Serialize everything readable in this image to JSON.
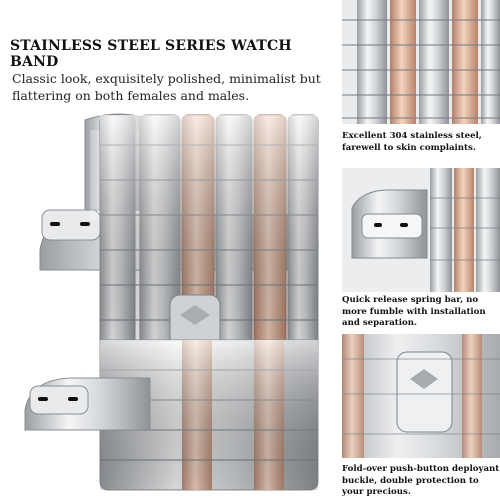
{
  "headline": "STAINLESS STEEL SERIES WATCH BAND",
  "subtitle": "Classic look, exquisitely polished, minimalist but flattering on both females and males.",
  "captions": [
    "Excellent 304 stainless steel, farewell to skin complaints.",
    "Quick release spring bar, no more fumble with installation and separation.",
    "Fold-over push-button deployant buckle, double protection to your precious."
  ],
  "colors": {
    "silver_light": "#eef0f2",
    "silver_mid": "#c9ccd0",
    "silver_dark": "#8e9297",
    "rose_gold": "#d9a98c",
    "rose_gold_dark": "#b7836a"
  },
  "icons": [
    "watch-band-main-image",
    "link-detail-image",
    "spring-bar-detail-image",
    "buckle-detail-image"
  ]
}
